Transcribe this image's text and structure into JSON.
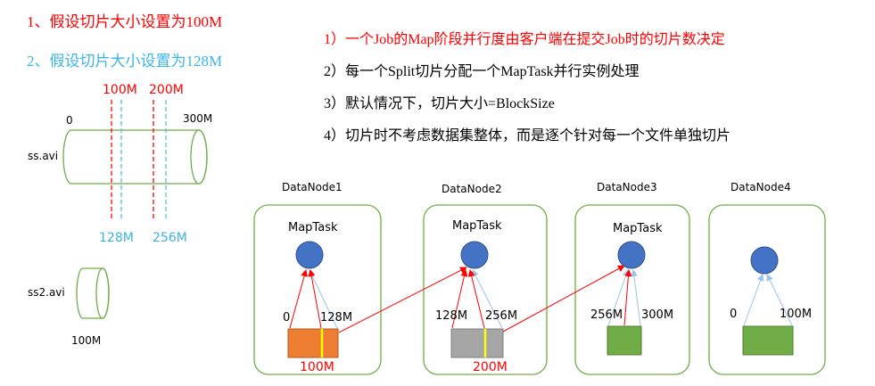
{
  "left_notes": {
    "item1": "1、假设切片大小设置为100M",
    "item2": "2、假设切片大小设置为128M"
  },
  "right_notes": [
    "1）一个Job的Map阶段并行度由客户端在提交Job时的切片数决定",
    "2）每一个Split切片分配一个MapTask并行实例处理",
    "3）默认情况下，切片大小=BlockSize",
    "4）切片时不考虑数据集整体，而是逐个针对每一个文件单独切片"
  ],
  "file1": {
    "name": "ss.avi",
    "start": "0",
    "end": "300M",
    "split100": [
      "100M",
      "200M"
    ],
    "split128": [
      "128M",
      "256M"
    ]
  },
  "file2": {
    "name": "ss2.avi",
    "size": "100M"
  },
  "nodes": [
    {
      "name": "DataNode1",
      "task": "MapTask",
      "left": "0",
      "right": "128M",
      "split_mark": "100M",
      "block_color": "#ed7d31"
    },
    {
      "name": "DataNode2",
      "task": "MapTask",
      "left": "128M",
      "right": "256M",
      "split_mark": "200M",
      "block_color": "#a6a6a6"
    },
    {
      "name": "DataNode3",
      "task": "MapTask",
      "left": "256M",
      "right": "300M",
      "block_color": "#70ad47"
    },
    {
      "name": "DataNode4",
      "task": "",
      "left": "0",
      "right": "100M",
      "block_color": "#70ad47"
    }
  ],
  "colors": {
    "red": "#ff0000",
    "blue": "#5bc0eb",
    "node_border": "#70ad47",
    "task_circle": "#4472c4",
    "arrow_blue": "#9dc3e6",
    "split_line": "#ffff00"
  }
}
